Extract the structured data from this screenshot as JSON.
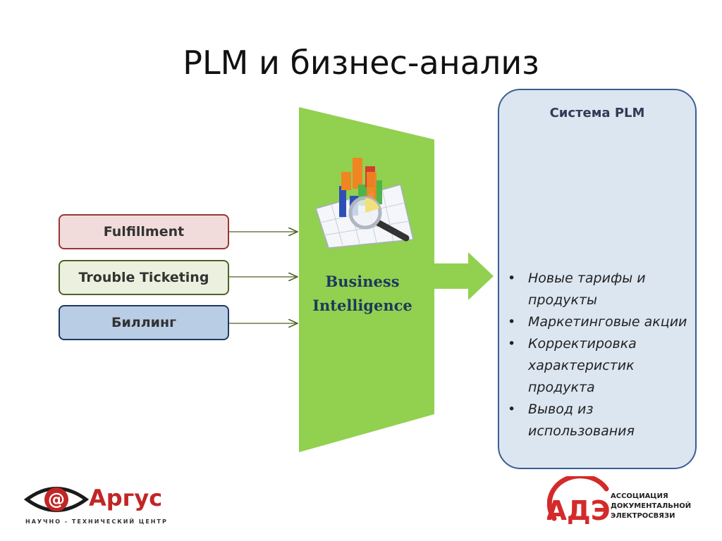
{
  "slide": {
    "title": "PLM и бизнес-анализ"
  },
  "sources": [
    {
      "label": "Fulfillment",
      "fill": "#f2dcdb",
      "border": "#953735"
    },
    {
      "label": "Trouble Ticketing",
      "fill": "#ebf1de",
      "border": "#4f6228"
    },
    {
      "label": "Биллинг",
      "fill": "#b9cde5",
      "border": "#1f3a5f"
    }
  ],
  "bi": {
    "label_line1": "Business",
    "label_line2": "Intelligence",
    "color": "#92d050"
  },
  "plm": {
    "title": "Система  PLM",
    "items": [
      "Новые тарифы и продукты",
      "Маркетинговые акции",
      "Корректировка характеристик продукта",
      "Вывод из использования"
    ]
  },
  "logos": {
    "left": {
      "name": "Аргус",
      "tagline": "НАУЧНО - ТЕХНИЧЕСКИЙ ЦЕНТР"
    },
    "right": {
      "line1": "АССОЦИАЦИЯ",
      "line2": "ДОКУМЕНТАЛЬНОЙ",
      "line3": "ЭЛЕКТРОСВЯЗИ"
    }
  }
}
